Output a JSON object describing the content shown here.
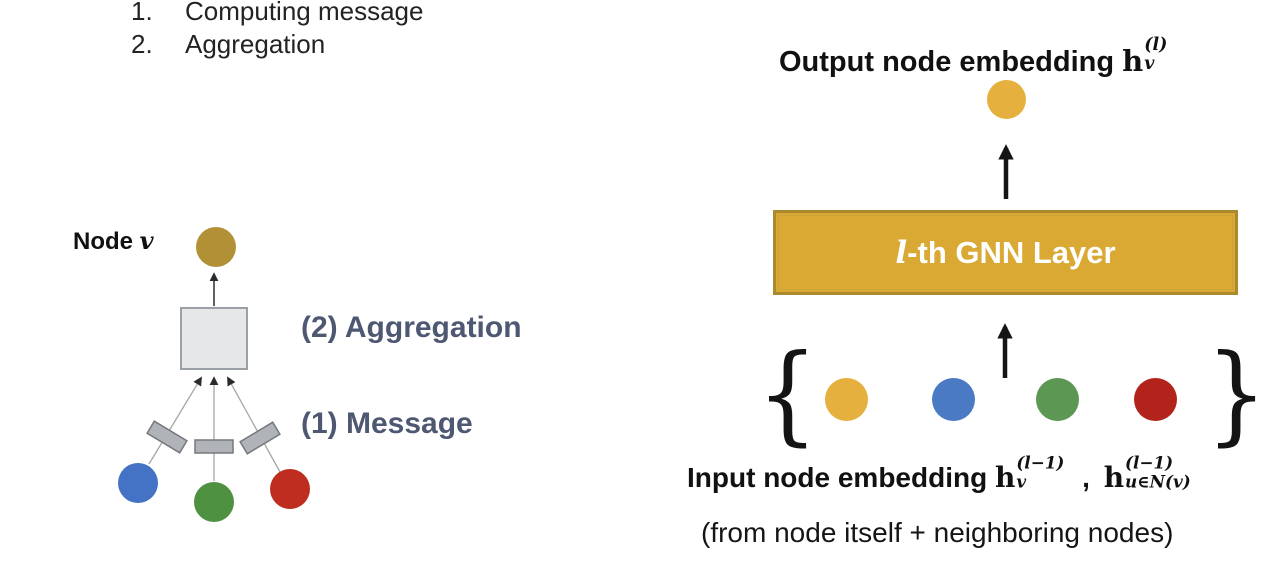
{
  "list": {
    "items": [
      {
        "num": "1.",
        "label": "Computing message"
      },
      {
        "num": "2.",
        "label": "Aggregation"
      }
    ]
  },
  "left": {
    "node_label": "Node",
    "node_var": "v",
    "aggregation_label": "(2) Aggregation",
    "message_label": "(1) Message",
    "colors": {
      "node": "#B29136",
      "blue": "#4472C4",
      "green": "#4E9141",
      "red": "#BE2D20",
      "box_fill": "#E5E7E9",
      "box_border": "#9AA0A5",
      "rect_fill": "#B0B4B8",
      "rect_border": "#75797D",
      "line": "#A6A6A6",
      "label_text": "#4E5873"
    }
  },
  "right": {
    "output_label": "Output node embedding",
    "output_math": {
      "base": "h",
      "sup": "(l)",
      "sub": "v"
    },
    "gnn_layer": {
      "var": "l",
      "rest": "-th GNN Layer"
    },
    "brace_left": "{",
    "brace_right": "}",
    "input_label": "Input node embedding",
    "input_math_1": {
      "base": "h",
      "sup": "(l−1)",
      "sub": "v"
    },
    "comma": ",",
    "input_math_2": {
      "base": "h",
      "sup": "(l−1)",
      "sub": "u∈N(v)"
    },
    "note": "(from node itself + neighboring nodes)",
    "colors": {
      "yellow": "#E5B03D",
      "blue": "#4B7AC5",
      "green": "#5D9754",
      "red": "#B2231B",
      "box_fill": "#D9A934",
      "box_border": "#AA8A2C",
      "box_inner_border": "#C9A43C",
      "box_text": "#FFFFFF"
    }
  }
}
